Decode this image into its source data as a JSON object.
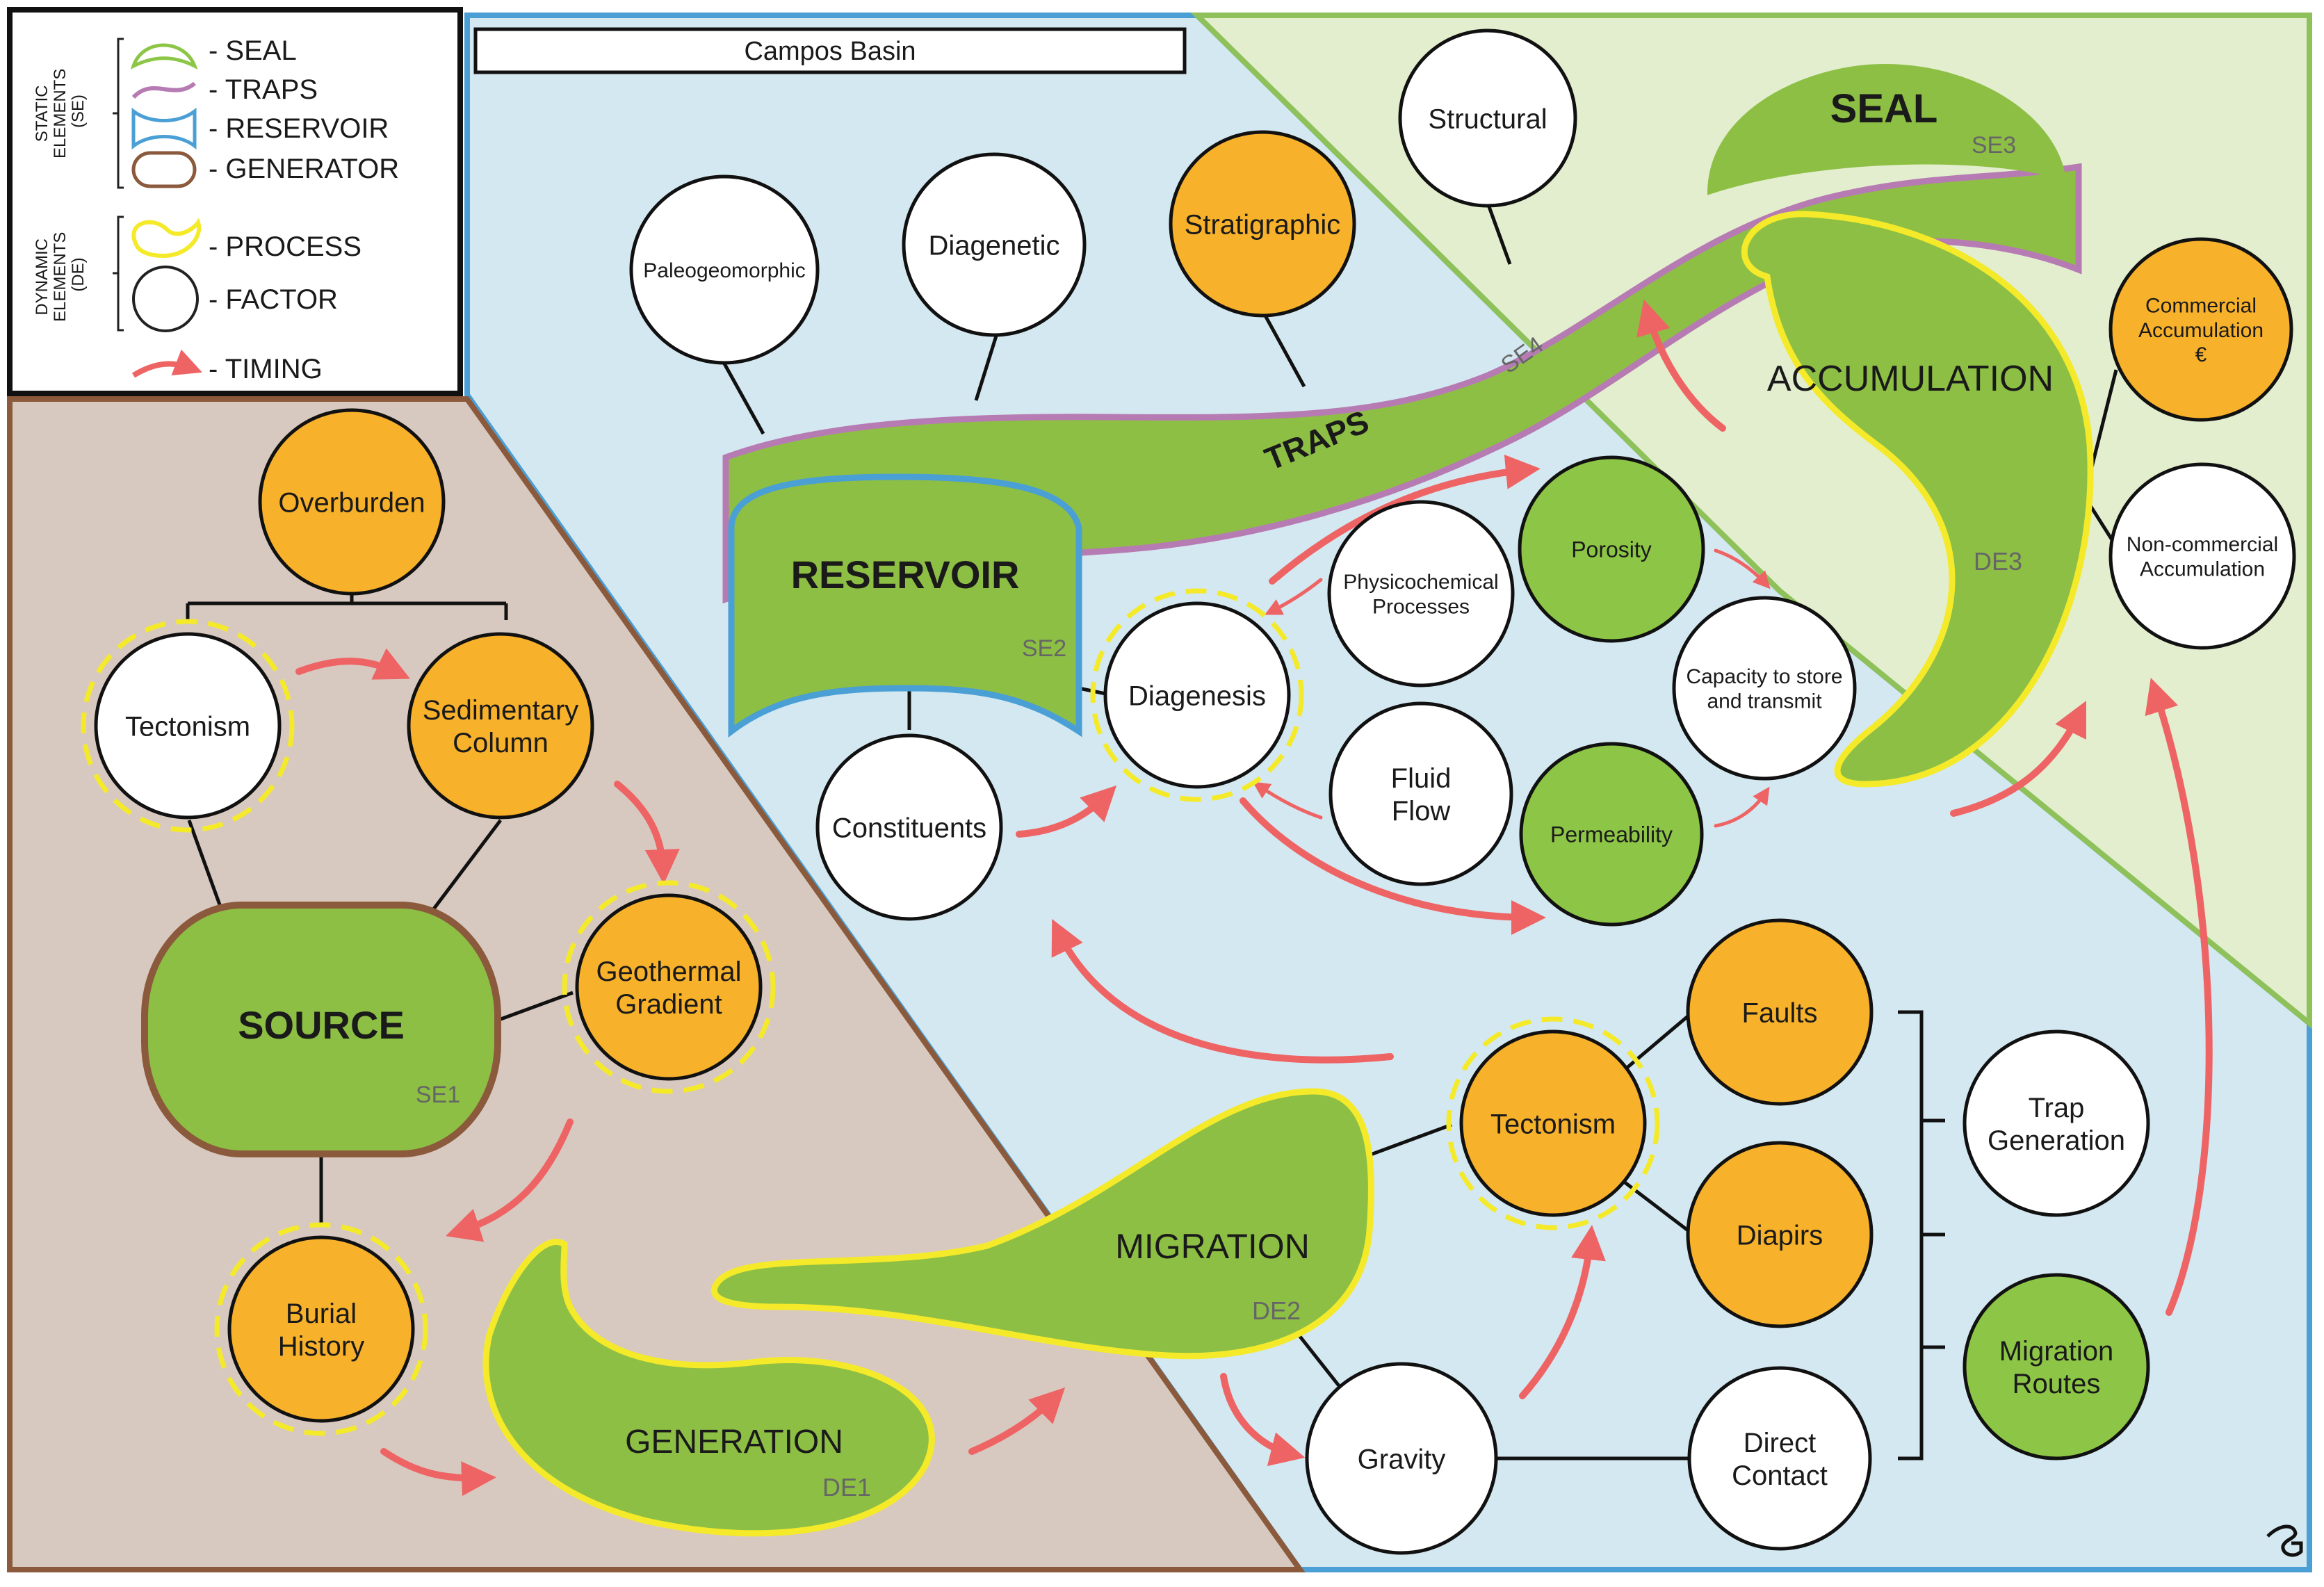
{
  "basin_label": "Campos Basin",
  "legend": {
    "static_group": "STATIC ELEMENTS (SE)",
    "static_group_lines": [
      "STATIC",
      "ELEMENTS",
      "(SE)"
    ],
    "dynamic_group": "DYNAMIC ELEMENTS (DE)",
    "dynamic_group_lines": [
      "DYNAMIC",
      "ELEMENTS",
      "(DE)"
    ],
    "items": {
      "seal": "- SEAL",
      "traps": "- TRAPS",
      "reservoir": "- RESERVOIR",
      "generator": "- GENERATOR",
      "process": "- PROCESS",
      "factor": "- FACTOR",
      "timing": "- TIMING"
    }
  },
  "static_elements": {
    "source": {
      "label": "SOURCE",
      "tag": "SE1"
    },
    "reservoir": {
      "label": "RESERVOIR",
      "tag": "SE2"
    },
    "seal": {
      "label": "SEAL",
      "tag": "SE3"
    },
    "traps": {
      "label": "TRAPS",
      "tag": "SE4"
    }
  },
  "processes": {
    "generation": {
      "label": "GENERATION",
      "tag": "DE1"
    },
    "migration": {
      "label": "MIGRATION",
      "tag": "DE2"
    },
    "accumulation": {
      "label": "ACCUMULATION",
      "tag": "DE3"
    }
  },
  "factors": {
    "overburden": {
      "lines": [
        "Overburden"
      ]
    },
    "tectonism_source": {
      "lines": [
        "Tectonism"
      ]
    },
    "sedimentary_column": {
      "lines": [
        "Sedimentary",
        "Column"
      ]
    },
    "geothermal_gradient": {
      "lines": [
        "Geothermal",
        "Gradient"
      ]
    },
    "burial_history": {
      "lines": [
        "Burial",
        "History"
      ]
    },
    "paleogeomorphic": {
      "lines": [
        "Paleogeomorphic"
      ]
    },
    "diagenetic": {
      "lines": [
        "Diagenetic"
      ]
    },
    "stratigraphic": {
      "lines": [
        "Stratigraphic"
      ]
    },
    "structural": {
      "lines": [
        "Structural"
      ]
    },
    "constituents": {
      "lines": [
        "Constituents"
      ]
    },
    "diagenesis": {
      "lines": [
        "Diagenesis"
      ]
    },
    "physicochemical_processes": {
      "lines": [
        "Physicochemical",
        "Processes"
      ]
    },
    "fluid_flow": {
      "lines": [
        "Fluid",
        "Flow"
      ]
    },
    "porosity": {
      "lines": [
        "Porosity"
      ]
    },
    "permeability": {
      "lines": [
        "Permeability"
      ]
    },
    "capacity_store_transmit": {
      "lines": [
        "Capacity to store",
        "and transmit"
      ]
    },
    "commercial_accumulation": {
      "lines": [
        "Commercial",
        "Accumulation",
        "€"
      ]
    },
    "non_commercial_accumulation": {
      "lines": [
        "Non-commercial",
        "Accumulation"
      ]
    },
    "tectonism_migration": {
      "lines": [
        "Tectonism"
      ]
    },
    "faults": {
      "lines": [
        "Faults"
      ]
    },
    "diapirs": {
      "lines": [
        "Diapirs"
      ]
    },
    "trap_generation": {
      "lines": [
        "Trap",
        "Generation"
      ]
    },
    "migration_routes": {
      "lines": [
        "Migration",
        "Routes"
      ]
    },
    "gravity": {
      "lines": [
        "Gravity"
      ]
    },
    "direct_contact": {
      "lines": [
        "Direct",
        "Contact"
      ]
    }
  },
  "colors": {
    "source_zone_fill": "#d8c9c0",
    "source_zone_border": "#8b5a3c",
    "reservoir_zone_fill": "#d4e8f1",
    "reservoir_zone_border": "#4a9fd5",
    "seal_zone_fill": "#e3eecf",
    "seal_zone_border": "#8fc15a",
    "element_green": "#8dbf44",
    "factor_orange": "#f7b12b",
    "factor_green": "#8dc646",
    "factor_white": "#ffffff",
    "process_outline": "#f4ea2a",
    "traps_outline": "#b77bb3",
    "timing_arrow": "#ee6464"
  }
}
